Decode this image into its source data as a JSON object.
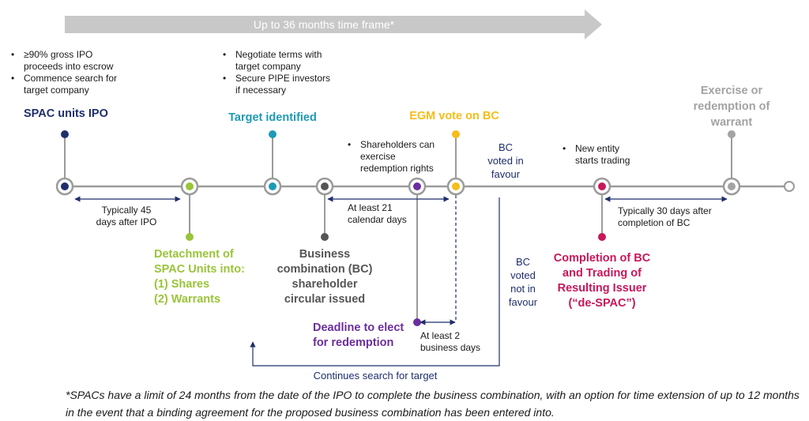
{
  "timeframe_label": "Up to 36 months time frame*",
  "ipo": {
    "notes": [
      "≥90% gross IPO",
      "proceeds into escrow",
      "Commence search for",
      "target company"
    ],
    "title": "SPAC units IPO",
    "color": "#1f2f6b"
  },
  "detachment": {
    "title_lines": [
      "Detachment of",
      "SPAC Units into:",
      "(1)  Shares",
      "(2)  Warrants"
    ],
    "color": "#9ac43a"
  },
  "gap_ipo_detachment": [
    "Typically 45",
    "days after IPO"
  ],
  "target": {
    "notes": [
      "Negotiate terms with",
      "target company",
      "Secure PIPE investors",
      "if necessary"
    ],
    "title": "Target identified",
    "color": "#1e9ab5"
  },
  "circular": {
    "title_lines": [
      "Business",
      "combination (BC)",
      "shareholder",
      "circular issued"
    ],
    "color": "#555555"
  },
  "gap_circular_egm": [
    "At least 21",
    "calendar days"
  ],
  "redemption_rights": [
    "Shareholders can",
    "exercise",
    "redemption rights"
  ],
  "redemption_deadline": {
    "title_lines": [
      "Deadline to elect",
      "for redemption"
    ],
    "color": "#6b2e9e"
  },
  "gap_deadline_egm": [
    "At least 2",
    "business days"
  ],
  "egm": {
    "title": "EGM vote on BC",
    "color": "#f5bd19"
  },
  "bc_voted_in": [
    "BC",
    "voted in",
    "favour"
  ],
  "bc_voted_not_in": [
    "BC",
    "voted",
    "not in",
    "favour"
  ],
  "continues_search": "Continues search for target",
  "completion": {
    "notes": [
      "New entity",
      "starts trading"
    ],
    "title_lines": [
      "Completion of BC",
      "and Trading of",
      "Resulting Issuer",
      "(“de-SPAC”)"
    ],
    "color": "#c8175a"
  },
  "gap_completion_warrant": [
    "Typically 30 days after",
    "completion of BC"
  ],
  "warrant": {
    "title_lines": [
      "Exercise or",
      "redemption of",
      "warrant"
    ],
    "color": "#a3a3a3"
  },
  "footnote": "*SPACs have a limit of 24 months from the date of the IPO  to complete the business combination, with an option for time extension of up to 12 months in the event that a binding agreement for the proposed business combination has been entered into.",
  "colors": {
    "arrow": "#c8c8c8",
    "timeline": "#9b9b9b",
    "bracket": "#1f2f6b"
  }
}
